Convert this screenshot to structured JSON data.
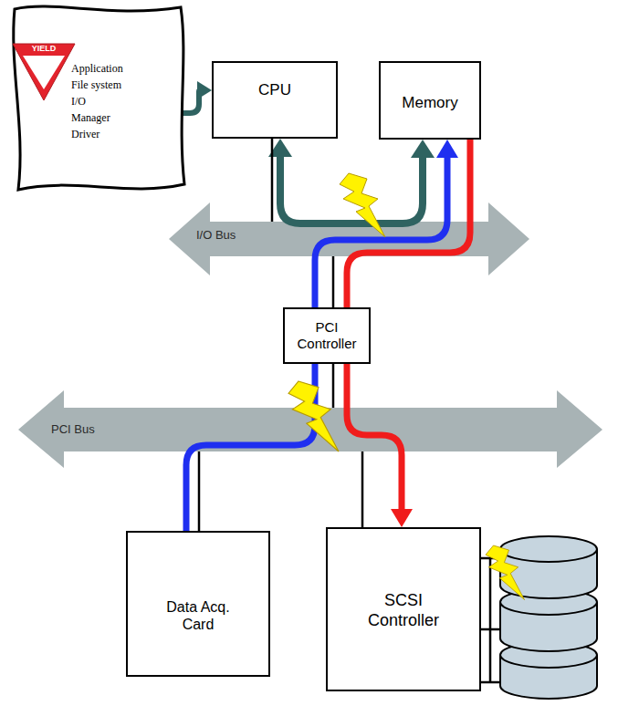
{
  "diagram": {
    "nodes": [
      {
        "text": [
          "Application",
          "File system",
          "I/O",
          "Manager",
          "Driver"
        ]
      },
      {
        "text": [
          "CPU"
        ]
      },
      {
        "text": [
          "Memory"
        ]
      },
      {
        "text": [
          "I/O Bus"
        ]
      },
      {
        "text": [
          "PCI Controller"
        ]
      },
      {
        "text": [
          "PCI Bus"
        ]
      },
      {
        "text": [
          "Data Acq. Card"
        ]
      },
      {
        "text": [
          "SCSI Controller"
        ]
      }
    ],
    "edges": [
      {
        "from": 0,
        "to": 1,
        "arrow": "to"
      },
      {
        "from": 1,
        "to": 2,
        "arrow": "both"
      },
      {
        "from": 6,
        "to": 2,
        "arrow": "to"
      },
      {
        "from": 2,
        "to": 7,
        "arrow": "to"
      },
      {
        "from": 1,
        "to": 3,
        "arrow": "none"
      },
      {
        "from": 4,
        "to": 3,
        "arrow": "none"
      },
      {
        "from": 4,
        "to": 5,
        "arrow": "none"
      },
      {
        "from": 6,
        "to": 5,
        "arrow": "none"
      },
      {
        "from": 7,
        "to": 5,
        "arrow": "none"
      }
    ],
    "labels": [
      "YIELD"
    ]
  }
}
